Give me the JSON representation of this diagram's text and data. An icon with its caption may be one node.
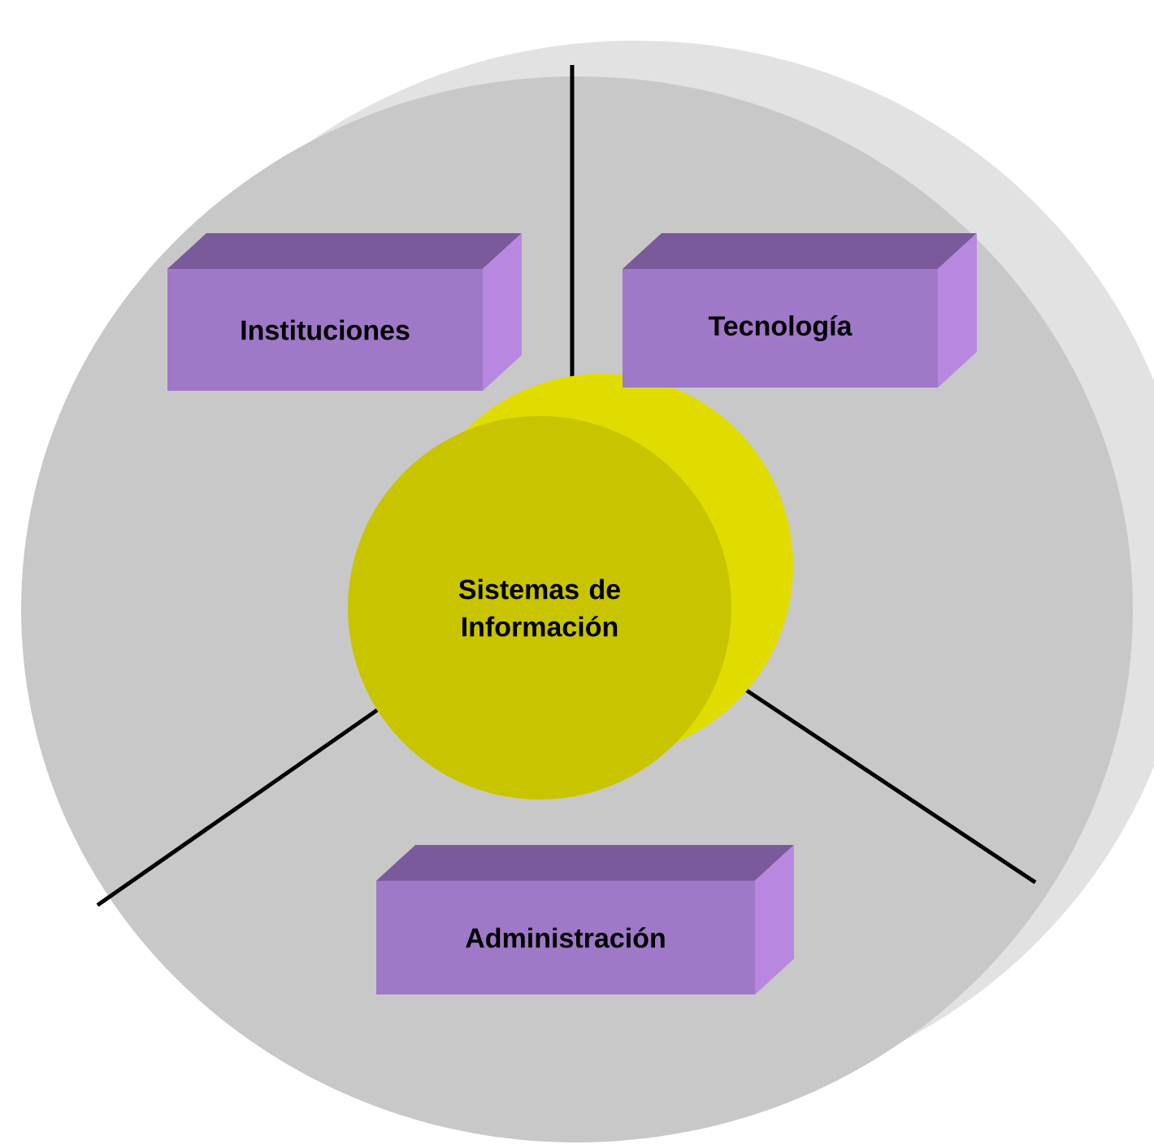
{
  "diagram": {
    "nodes": [
      {
        "text": [],
        "shape": "cylinder"
      },
      {
        "text": [
          "Sistemas de Información"
        ],
        "in": 0
      },
      {
        "text": [
          "Instituciones"
        ],
        "in": 0
      },
      {
        "text": [
          "Tecnología"
        ],
        "in": 0
      },
      {
        "text": [
          "Administración"
        ],
        "in": 0
      }
    ]
  }
}
